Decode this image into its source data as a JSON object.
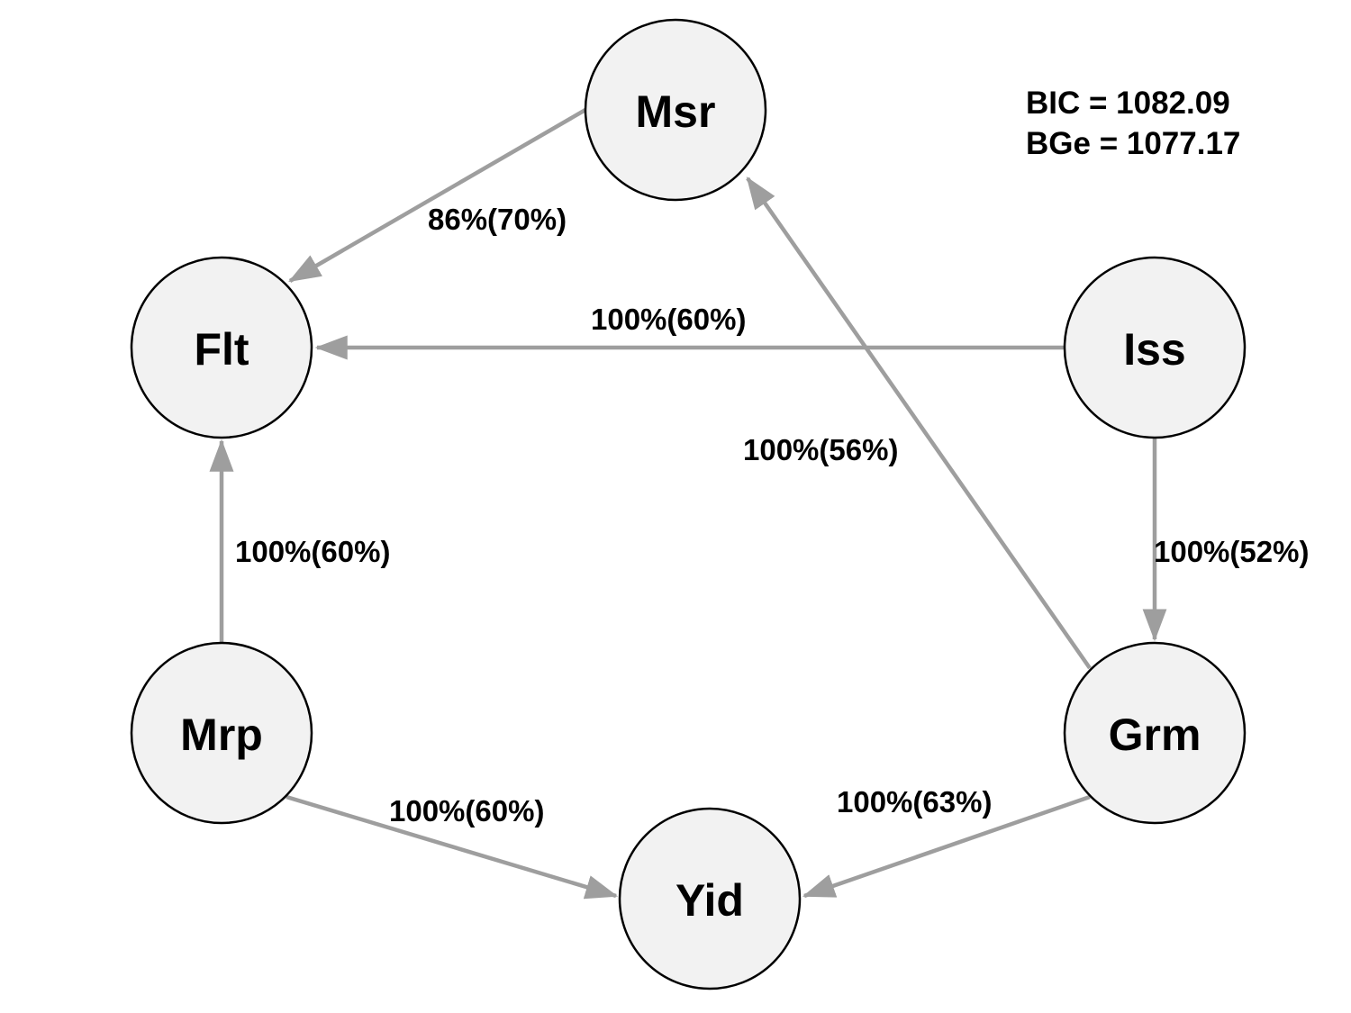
{
  "scores": {
    "bic": "BIC = 1082.09",
    "bge": "BGe = 1077.17"
  },
  "nodes": [
    {
      "id": "msr",
      "label": "Msr"
    },
    {
      "id": "flt",
      "label": "Flt"
    },
    {
      "id": "iss",
      "label": "Iss"
    },
    {
      "id": "mrp",
      "label": "Mrp"
    },
    {
      "id": "grm",
      "label": "Grm"
    },
    {
      "id": "yid",
      "label": "Yid"
    }
  ],
  "edges": [
    {
      "from": "Msr",
      "to": "Flt",
      "label": "86%(70%)"
    },
    {
      "from": "Iss",
      "to": "Flt",
      "label": "100%(60%)"
    },
    {
      "from": "Grm",
      "to": "Msr",
      "label": "100%(56%)"
    },
    {
      "from": "Iss",
      "to": "Grm",
      "label": "100%(52%)"
    },
    {
      "from": "Mrp",
      "to": "Flt",
      "label": "100%(60%)"
    },
    {
      "from": "Mrp",
      "to": "Yid",
      "label": "100%(60%)"
    },
    {
      "from": "Grm",
      "to": "Yid",
      "label": "100%(63%)"
    }
  ],
  "colors": {
    "edge": "#9e9e9e",
    "node_fill": "#f2f2f2",
    "node_stroke": "#000000"
  }
}
